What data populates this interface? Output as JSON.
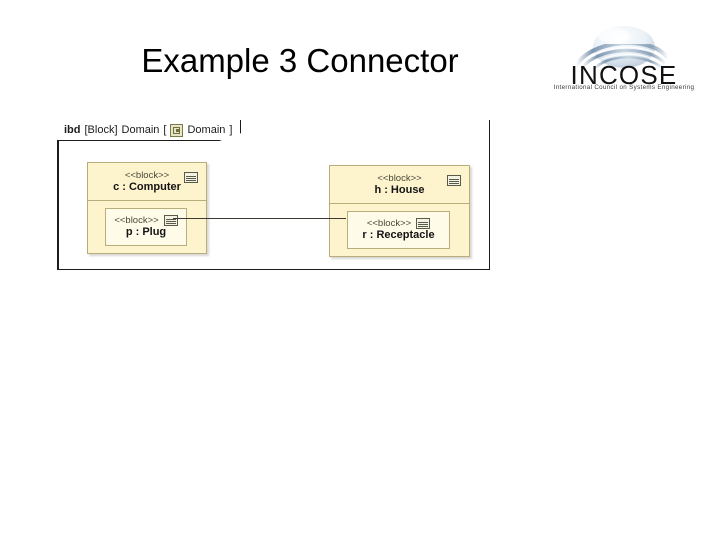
{
  "slide": {
    "title": "Example 3 Connector"
  },
  "logo": {
    "wordmark": "INCOSE",
    "tagline": "International Council on Systems Engineering",
    "globe_icon": "globe-swoosh-icon",
    "colors": {
      "globe_light": "#e8eef5",
      "globe_mid": "#9fb3c8",
      "globe_dark": "#5f7894",
      "wordmark": "#111111"
    }
  },
  "diagram": {
    "type": "sysml-internal-block-diagram",
    "frame": {
      "keyword": "ibd",
      "block_kind": "[Block]",
      "diagram_name": "Domain",
      "bracket_open": "[",
      "icon": "domain-block-icon",
      "qualified_name": "Domain",
      "bracket_close": "]"
    },
    "blocks": [
      {
        "id": "computer",
        "stereotype": "<<block>>",
        "name": "c : Computer",
        "icon": "block-icon",
        "parts": [
          {
            "id": "plug",
            "stereotype": "<<block>>",
            "name": "p : Plug",
            "icon": "block-icon"
          }
        ]
      },
      {
        "id": "house",
        "stereotype": "<<block>>",
        "name": "h : House",
        "icon": "block-icon",
        "parts": [
          {
            "id": "receptacle",
            "stereotype": "<<block>>",
            "name": "r : Receptacle",
            "icon": "block-icon"
          }
        ]
      }
    ],
    "connector": {
      "from": "p : Plug",
      "to": "r : Receptacle",
      "style": "solid-line"
    },
    "colors": {
      "block_fill": "#fdf4ce",
      "part_fill": "#fefbe9",
      "block_border": "#b9ad7e",
      "frame_border": "#1c1c1c",
      "connector": "#3a3a32"
    }
  }
}
